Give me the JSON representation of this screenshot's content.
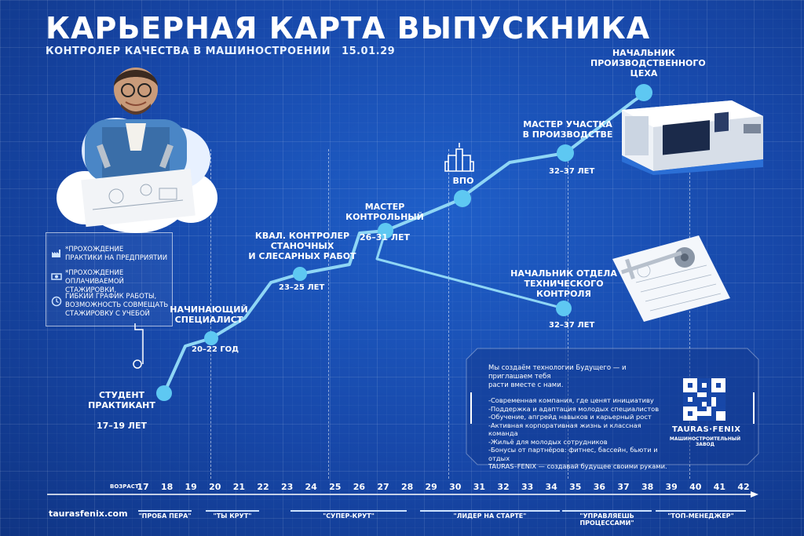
{
  "header": {
    "title": "КАРЬЕРНАЯ КАРТА ВЫПУСКНИКА",
    "subtitle": "КОНТРОЛЕР КАЧЕСТВА В МАШИНОСТРОЕНИИ",
    "date": "15.01.29"
  },
  "benefits": [
    {
      "icon": "factory-icon",
      "text": "*ПРОХОЖДЕНИЕ\nПРАКТИКИ НА ПРЕДПРИЯТИИ"
    },
    {
      "icon": "money-icon",
      "text": "*ПРОХОЖДЕНИЕ\nОПЛАЧИВАЕМОЙ СТАЖИРОВКИ,"
    },
    {
      "icon": "clock-icon",
      "text": "ГИБКИЙ ГРАФИК РАБОТЫ,\nВОЗМОЖНОСТЬ СОВМЕЩАТЬ\nСТАЖИРОВКУ С УЧЕБОЙ"
    }
  ],
  "career": [
    {
      "title": "СТУДЕНТ\nПРАКТИКАНТ",
      "age": "17–19 ЛЕТ"
    },
    {
      "title": "НАЧИНАЮЩИЙ\nСПЕЦИАЛИСТ",
      "age": "20–22 ГОД"
    },
    {
      "title": "КВАЛ. КОНТРОЛЕР\nСТАНОЧНЫХ\nИ СЛЕСАРНЫХ РАБОТ",
      "age": "23–25 ЛЕТ"
    },
    {
      "title": "МАСТЕР\nКОНТРОЛЬНЫЙ",
      "age": "26–31 ЛЕТ"
    },
    {
      "title": "ВПО",
      "age": ""
    },
    {
      "title": "МАСТЕР УЧАСТКА\nВ ПРОИЗВОДСТВЕ",
      "age": "32–37 ЛЕТ"
    },
    {
      "title": "НАЧАЛЬНИК\nПРОИЗВОДСТВЕННОГО\nЦЕХА",
      "age": ""
    },
    {
      "title": "НАЧАЛЬНИК ОТДЕЛА\nТЕХНИЧЕСКОГО\nКОНТРОЛЯ",
      "age": "32–37 ЛЕТ"
    }
  ],
  "axis": {
    "label": "ВОЗРАСТ",
    "ticks": [
      "17",
      "18",
      "19",
      "20",
      "21",
      "22",
      "23",
      "24",
      "25",
      "26",
      "27",
      "28",
      "29",
      "30",
      "31",
      "32",
      "33",
      "34",
      "35",
      "36",
      "37",
      "38",
      "39",
      "40",
      "41",
      "42"
    ]
  },
  "stages": [
    "\"ПРОБА ПЕРА\"",
    "\"ТЫ КРУТ\"",
    "\"СУПЕР-КРУТ\"",
    "\"ЛИДЕР НА СТАРТЕ\"",
    "\"УПРАВЛЯЕШЬ ПРОЦЕССАМИ\"",
    "\"ТОП-МЕНЕДЖЕР\""
  ],
  "info": {
    "intro": "Мы создаём технологии Будущего — и приглашаем тебя\nрасти вместе с нами.",
    "items": [
      "-Современная компания, где ценят инициативу",
      "-Поддержка и адаптация молодых специалистов",
      "-Обучение, апгрейд навыков и карьерный рост",
      "-Активная корпоративная жизнь и классная команда",
      "-Жильё для молодых сотрудников",
      "-Бонусы от партнёров: фитнес, бассейн, бьюти и отдых",
      "TAURAS–FENIX — создавай будущее своими руками."
    ]
  },
  "brand": {
    "name": "TAURAS·FENIX",
    "tagline": "МАШИНОСТРОИТЕЛЬНЫЙ ЗАВОД"
  },
  "footer": {
    "website": "taurasfenix.com"
  },
  "colors": {
    "accent": "#5ec8f2",
    "background": "#1747a8",
    "line": "#8fd6f5"
  }
}
